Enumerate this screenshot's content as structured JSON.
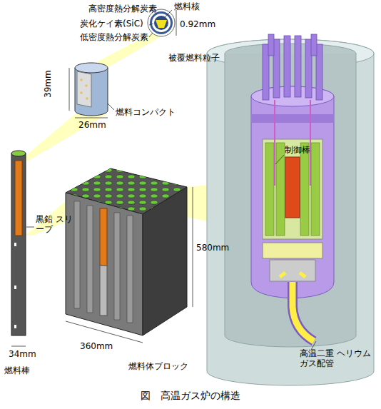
{
  "diagram": {
    "caption": "図　高温ガス炉の構造",
    "labels": [
      "高密度熱分解炭素",
      "燃料核",
      "炭化ケイ素(SiC)",
      "低密度熱分解炭素",
      "0.92mm",
      "被覆燃料粒子",
      "39mm",
      "26mm",
      "燃料コンパクト",
      "黒鉛 スリーブ",
      "34mm",
      "燃料棒",
      "580mm",
      "360mm",
      "燃料体ブロック",
      "制御棒",
      "高温二重 ヘリウムガス配管"
    ]
  }
}
